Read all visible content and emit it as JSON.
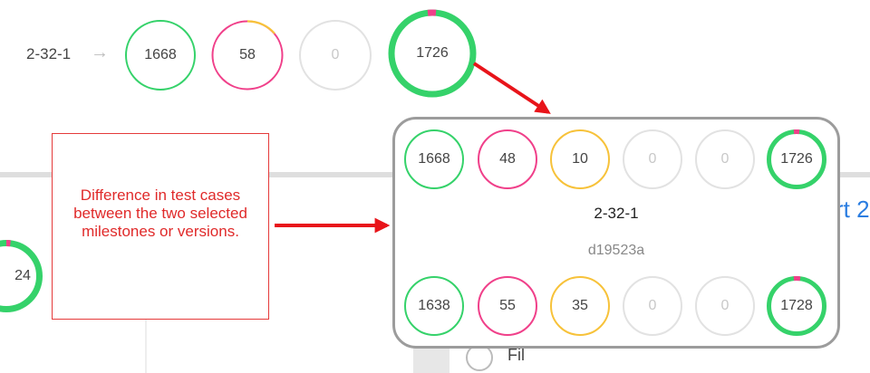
{
  "top_row": {
    "version_label": "2-32-1",
    "arrow_glyph": "→",
    "passed": "1668",
    "failed": "58",
    "untested": "0",
    "total": "1726"
  },
  "background": {
    "partial_circle_value": "24",
    "partial_link_text": "rt 2",
    "partial_bottom_text": "Fil"
  },
  "annotation": {
    "text": "Difference in test cases between the two selected milestones or versions."
  },
  "popup": {
    "version_label": "2-32-1",
    "commit_hash": "d19523a",
    "row1": {
      "passed": "1668",
      "failed": "48",
      "blocked": "10",
      "retest": "0",
      "untested": "0",
      "total": "1726"
    },
    "row2": {
      "passed": "1638",
      "failed": "55",
      "blocked": "35",
      "retest": "0",
      "untested": "0",
      "total": "1728"
    }
  },
  "colors": {
    "passed": "#35d26a",
    "failed": "#f0408a",
    "blocked": "#f7c23a",
    "empty": "#e2e2e2",
    "arrow": "#e8141a",
    "link": "#2a7de1"
  }
}
